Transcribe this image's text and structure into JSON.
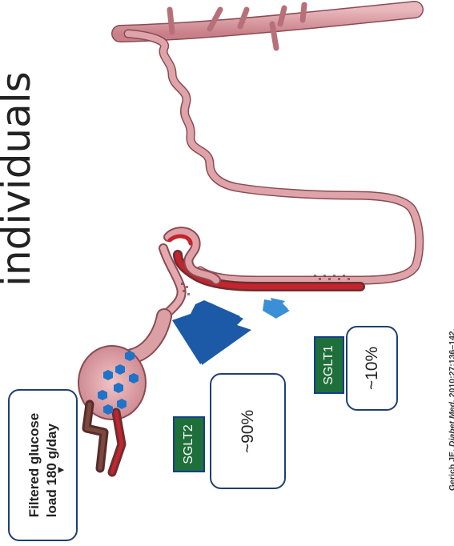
{
  "title": "individuals",
  "filtered": {
    "line1": "Filtered glucose",
    "line2": "load 180 g/day",
    "arrow_glyph": "▼"
  },
  "transporters": [
    {
      "label": "SGLT2",
      "percent": "~90%"
    },
    {
      "label": "SGLT1",
      "percent": "~10%"
    }
  ],
  "citation": {
    "author": "Gerich JE. ",
    "journal": "Diabet Med.",
    "rest": " 2010;27:136–142."
  },
  "colors": {
    "tubule": "#d99aa0",
    "tubule_edge": "#8a4b52",
    "reabsorption_red": "#c4242c",
    "arrow_blue_dark": "#1c5aa8",
    "arrow_blue_light": "#3a8fd6",
    "badge_green": "#1e6f3a",
    "box_border": "#1f3f6e"
  }
}
